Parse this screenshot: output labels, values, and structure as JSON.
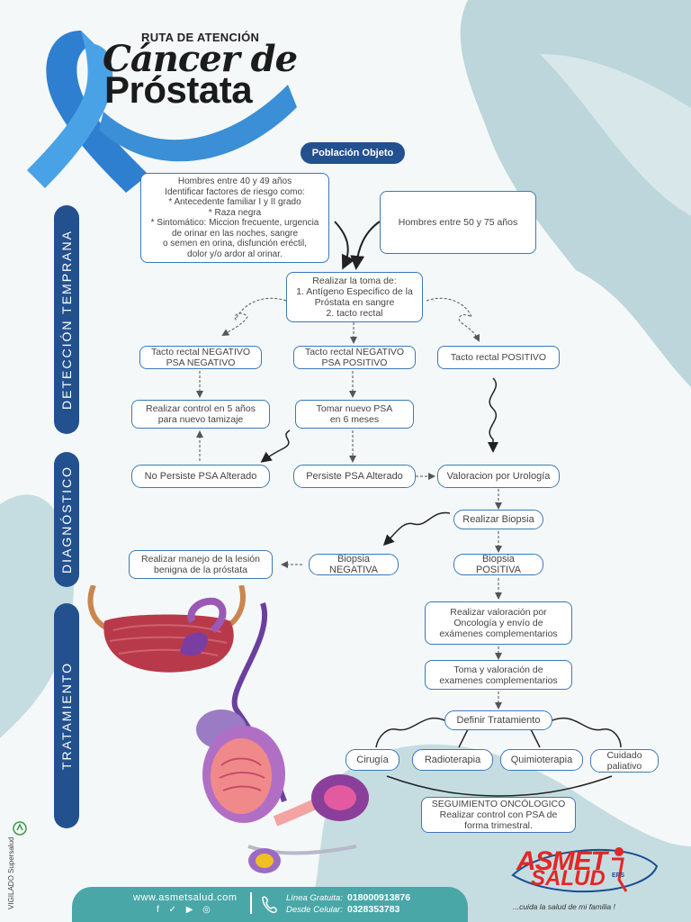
{
  "header": {
    "kicker": "RUTA DE ATENCIÓN",
    "title_line1": "Cáncer de",
    "title_line2": "Próstata"
  },
  "badge": "Población Objeto",
  "sections": {
    "deteccion": "DETECCIÓN TEMPRANA",
    "diagnostico": "DIAGNÓSTICO",
    "tratamiento": "TRATAMIENTO"
  },
  "nodes": {
    "hombres_40_49": "Hombres entre 40 y 49 años\nIdentificar factores de riesgo como:\n* Antecedente familiar I y II grado\n* Raza negra\n* Sintomático: Miccion frecuente, urgencia\nde orinar en las noches, sangre\no semen en orina, disfunción eréctil,\ndolor y/o ardor al orinar.",
    "hombres_50_75": "Hombres entre 50 y 75 años",
    "toma": "Realizar la toma de:\n1. Antígeno Especifico de la\nPróstata  en sangre\n2.  tacto rectal",
    "tr_neg_psa_neg": "Tacto rectal NEGATIVO\nPSA NEGATIVO",
    "tr_neg_psa_pos": "Tacto rectal NEGATIVO\nPSA POSITIVO",
    "tr_pos": "Tacto rectal POSITIVO",
    "control_5": "Realizar control en 5 años\npara nuevo tamizaje",
    "nuevo_psa": "Tomar nuevo PSA\nen 6 meses",
    "no_persiste": "No Persiste PSA Alterado",
    "persiste": "Persiste PSA Alterado",
    "valoracion_urologia": "Valoracion por Urología",
    "biopsia": "Realizar Biopsia",
    "biopsia_neg": "Biopsia NEGATIVA",
    "biopsia_pos": "Biopsia POSITIVA",
    "manejo_benigna": "Realizar manejo de la lesión\nbenigna de la próstata",
    "valoracion_oncologia": "Realizar valoración por\nOncología y envío de\nexámenes complementarios",
    "toma_valoracion": "Toma y valoración de\nexamenes complementarios",
    "definir": "Definir Tratamiento",
    "cirugia": "Cirugía",
    "radioterapia": "Radioterapia",
    "quimioterapia": "Quimioterapia",
    "paliativo": "Cuidado\npaliativo",
    "seguimiento": "SEGUIMIENTO ONCÓLOGICO\nRealizar control con PSA de\nforma trimestral."
  },
  "footer": {
    "website": "www.asmetsalud.com",
    "social": "f ✓ ▶ ◎",
    "linea_label": "Línea Gratuita:",
    "linea_num": "018000913876",
    "celular_label": "Desde Celular:",
    "celular_num": "0328353783"
  },
  "vigilado": "VIGILADO Supersalud",
  "logo": {
    "line1": "ASMET",
    "line2": "SALUD",
    "eps": "EPS",
    "slogan": "...cuida la salud de mi familia !"
  },
  "colors": {
    "navy": "#23508f",
    "box_border": "#3d78b8",
    "teal": "#4aa7a8",
    "ribbon": "#3a8fd6",
    "brand_red": "#e32626"
  }
}
